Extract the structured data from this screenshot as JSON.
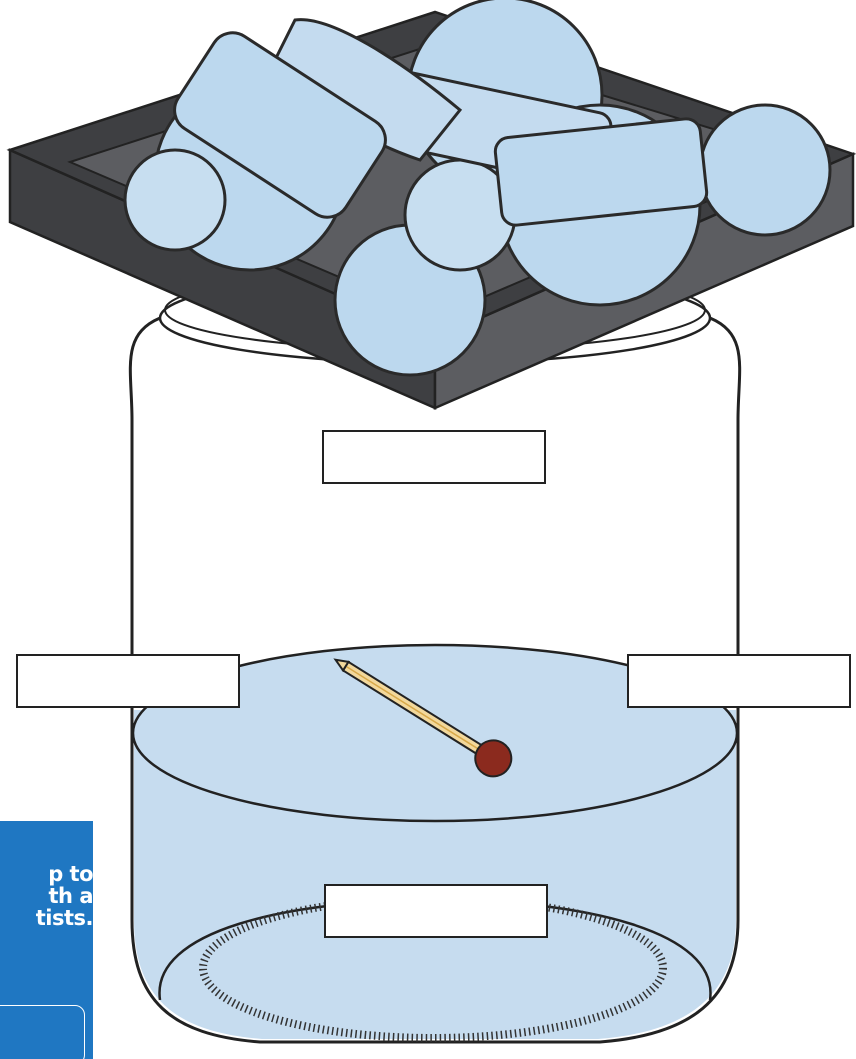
{
  "diagram": {
    "labels": {
      "top_label": "",
      "left_label": "",
      "right_label": "",
      "bottom_label": ""
    },
    "colors": {
      "ice": "#bcd8ee",
      "tray": "#3e3f42",
      "tray_light": "#5c5d61",
      "water": "#c6dcef",
      "jar_outline": "#222222",
      "thermometer_bulb": "#8b2a1e",
      "thermometer_stem": "#f2d89c"
    }
  },
  "promo": {
    "lines": [
      "p to",
      "th a",
      "tists."
    ],
    "button_label": "",
    "color": "#1f77c2"
  }
}
